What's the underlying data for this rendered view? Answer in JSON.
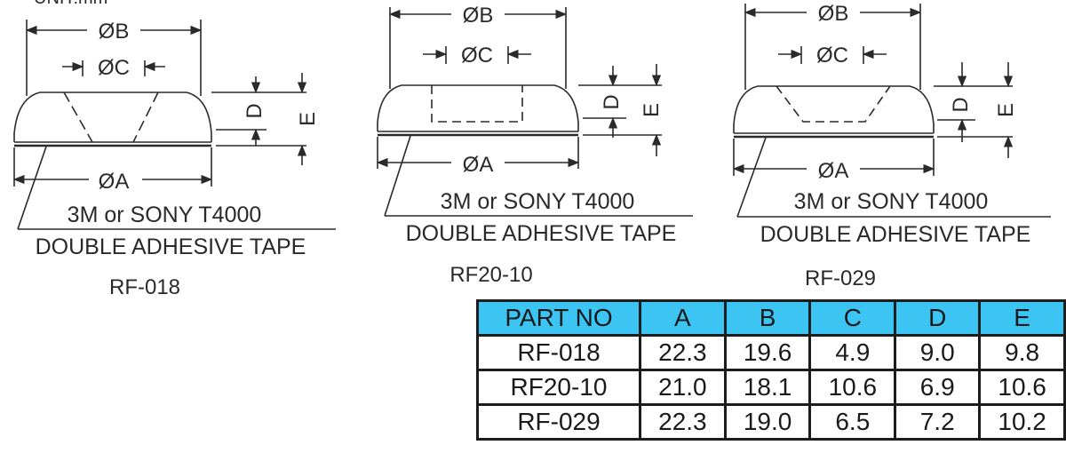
{
  "top_fragment": "UNIT:mm",
  "diagrams": [
    {
      "model": "RF-018",
      "dims": {
        "A": "ØA",
        "B": "ØB",
        "C": "ØC",
        "D": "D",
        "E": "E"
      },
      "tape_line1": "3M or SONY T4000",
      "tape_line2": "DOUBLE ADHESIVE TAPE"
    },
    {
      "model": "RF20-10",
      "dims": {
        "A": "ØA",
        "B": "ØB",
        "C": "ØC",
        "D": "D",
        "E": "E"
      },
      "tape_line1": "3M or SONY T4000",
      "tape_line2": "DOUBLE ADHESIVE TAPE"
    },
    {
      "model": "RF-029",
      "dims": {
        "A": "ØA",
        "B": "ØB",
        "C": "ØC",
        "D": "D",
        "E": "E"
      },
      "tape_line1": "3M or SONY T4000",
      "tape_line2": "DOUBLE ADHESIVE TAPE"
    }
  ],
  "table": {
    "headers": [
      "PART NO",
      "A",
      "B",
      "C",
      "D",
      "E"
    ],
    "rows": [
      [
        "RF-018",
        "22.3",
        "19.6",
        "4.9",
        "9.0",
        "9.8"
      ],
      [
        "RF20-10",
        "21.0",
        "18.1",
        "10.6",
        "6.9",
        "10.6"
      ],
      [
        "RF-029",
        "22.3",
        "19.0",
        "6.5",
        "7.2",
        "10.2"
      ]
    ]
  },
  "colors": {
    "header_fill": "#3cc4f2",
    "line": "#2a2a2a"
  }
}
